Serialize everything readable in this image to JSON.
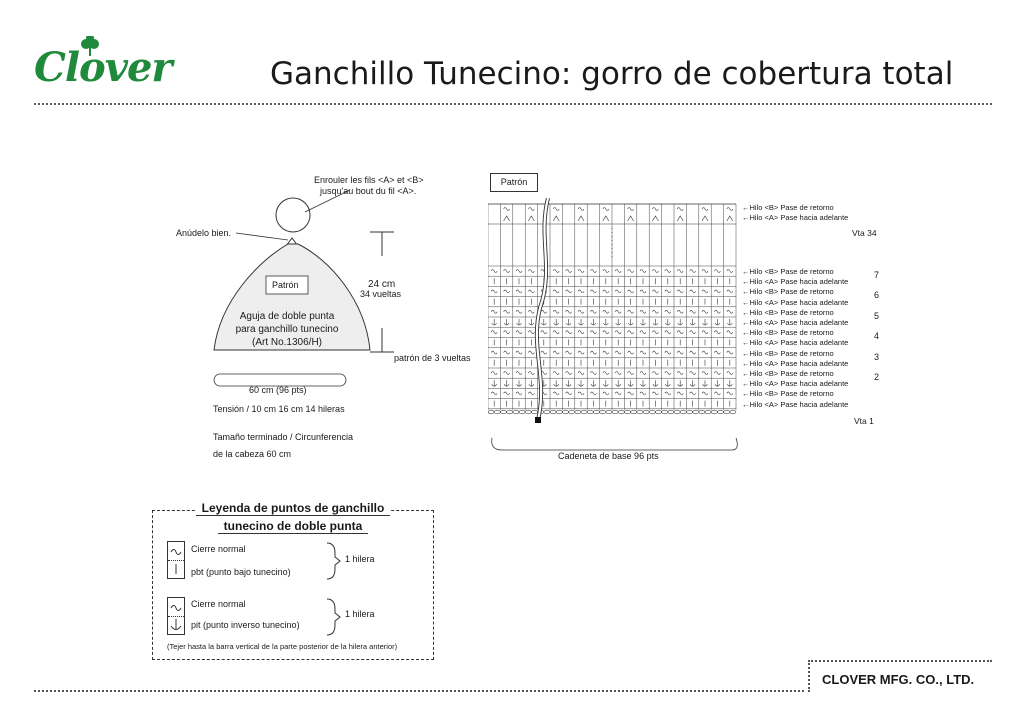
{
  "brand": {
    "logo_text": "Clover",
    "company": "CLOVER MFG. CO., LTD.",
    "green": "#1f8a3c"
  },
  "title": "Ganchillo Tunecino: gorro de cobertura total",
  "hat_diagram": {
    "top_note_line1": "Enrouler les fils <A> et <B>",
    "top_note_line2": "jusqu'au bout du fil <A>.",
    "tie_note": "Anúdelo bien.",
    "pattern_label": "Patrón",
    "needle_line1": "Aguja de doble punta",
    "needle_line2": "para ganchillo tunecino",
    "needle_line3": "(Art No.1306/H)",
    "height_cm": "24 cm",
    "height_rows": "34 vueltas",
    "width_label": "60 cm (96 pts)",
    "tension": "Tensión / 10 cm 16 cm 14 hileras",
    "finished_line1": "Tamaño terminado / Circunferencia",
    "finished_line2": "de la cabeza 60 cm",
    "repeat_label": "patrón de 3 vueltas"
  },
  "chart": {
    "pattern_label": "Patrón",
    "return_pass_b": "←Hilo <B> Pase de retorno",
    "forward_pass_a": "←Hilo <A> Pase hacia adelante",
    "top_row_label": "Vta 34",
    "bottom_row_label": "Vta 1",
    "row_numbers": [
      "7",
      "6",
      "5",
      "4",
      "3",
      "2"
    ],
    "base_chain": "Cadeneta de base  96 pts"
  },
  "legend": {
    "title_line1": "Leyenda de puntos de ganchillo",
    "title_line2": "tunecino de doble punta",
    "group1_top": "Cierre normal",
    "group1_bottom": "pbt (punto bajo tunecino)",
    "group1_rows": "1 hilera",
    "group2_top": "Cierre normal",
    "group2_bottom": "pit (punto inverso tunecino)",
    "group2_rows": "1 hilera",
    "note": "(Tejer hasta la barra vertical de la parte posterior de la hilera anterior)"
  }
}
